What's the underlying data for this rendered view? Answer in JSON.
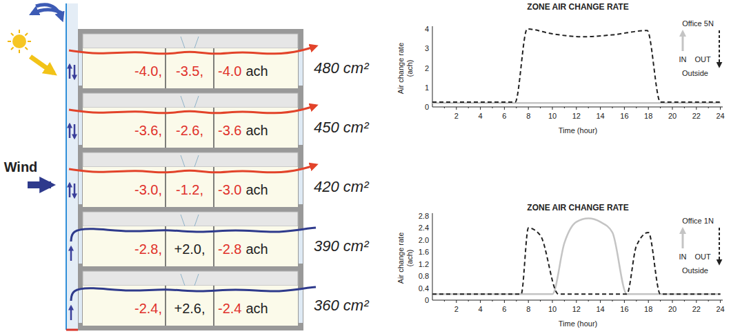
{
  "diagram": {
    "nodes": [
      {
        "text": [
          "-4.0,",
          "-3.5,",
          "-4.0",
          "ach"
        ]
      },
      {
        "text": [
          "-3.6,",
          "-2.6,",
          "-3.6",
          "ach"
        ]
      },
      {
        "text": [
          "-3.0,",
          "-1.2,",
          "-3.0",
          "ach"
        ]
      },
      {
        "text": [
          "-2.8,",
          "+2.0,",
          "-2.8",
          "ach"
        ]
      },
      {
        "text": [
          "-2.4,",
          "+2.6,",
          "-2.4",
          "ach"
        ]
      }
    ],
    "labels": [
      "Wind",
      "480 cm²",
      "450 cm²",
      "420 cm²",
      "390 cm²",
      "360 cm²",
      "ZONE AIR CHANGE RATE",
      "Air change rate (ach)",
      "0",
      "1",
      "2",
      "3",
      "4",
      "2",
      "4",
      "6",
      "8",
      "10",
      "12",
      "14",
      "16",
      "18",
      "20",
      "22",
      "24",
      "Time (hour)",
      "Office 5N",
      "IN",
      "OUT",
      "Outside",
      "ZONE AIR CHANGE RATE",
      "Air change rate (ach)",
      "0",
      "0.4",
      "0.8",
      "1.2",
      "1.6",
      "2.0",
      "2.4",
      "2.8",
      "2",
      "4",
      "6",
      "8",
      "10",
      "12",
      "14",
      "16",
      "18",
      "20",
      "22",
      "24",
      "Time (hour)",
      "Office 1N",
      "IN",
      "OUT",
      "Outside"
    ]
  }
}
